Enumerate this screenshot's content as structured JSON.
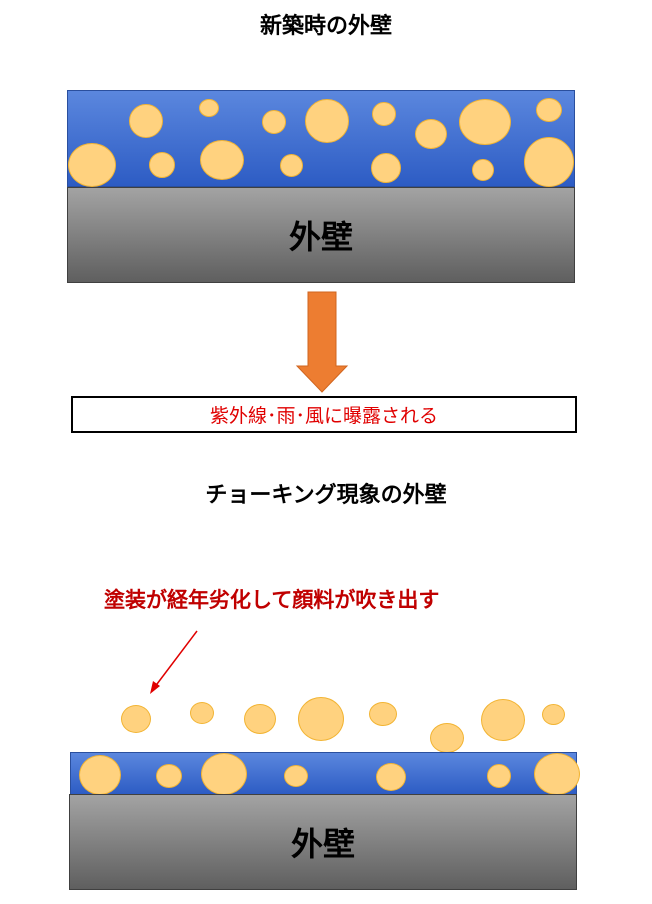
{
  "top": {
    "title": "新築時の外壁",
    "wall_label": "外壁"
  },
  "cause": {
    "text": "紫外線･雨･風に曝露される"
  },
  "bottom": {
    "title": "チョーキング現象の外壁",
    "annotation": "塗装が経年劣化して顔料が吹き出す",
    "wall_label": "外壁"
  },
  "colors": {
    "paint": "#2d5cc4",
    "pigment": "#ffd27f",
    "pigment_border": "#f2b433",
    "arrow": "#ed7d31",
    "cause_text": "#e00000",
    "annotation": "#c00000",
    "pointer": "#e00000"
  }
}
